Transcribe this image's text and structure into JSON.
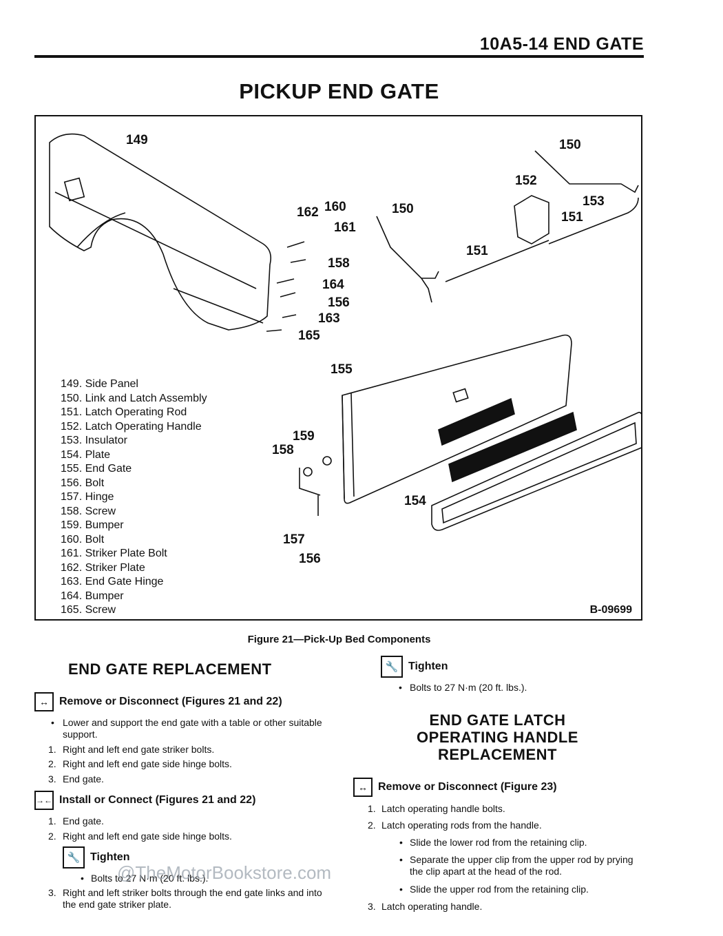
{
  "header": {
    "title": "10A5-14  END GATE"
  },
  "page_title": "PICKUP END GATE",
  "figure": {
    "code": "B-09699",
    "caption": "Figure 21—Pick-Up Bed Components",
    "callouts": [
      "149",
      "150",
      "152",
      "153",
      "151",
      "162",
      "160",
      "161",
      "150",
      "158",
      "164",
      "156",
      "163",
      "165",
      "151",
      "155",
      "159",
      "158",
      "154",
      "157",
      "156"
    ],
    "legend": [
      "149. Side Panel",
      "150. Link and Latch Assembly",
      "151. Latch Operating Rod",
      "152. Latch Operating Handle",
      "153. Insulator",
      "154. Plate",
      "155. End Gate",
      "156. Bolt",
      "157. Hinge",
      "158. Screw",
      "159. Bumper",
      "160. Bolt",
      "161. Striker Plate Bolt",
      "162. Striker Plate",
      "163. End Gate Hinge",
      "164. Bumper",
      "165. Screw"
    ]
  },
  "left": {
    "title": "END GATE REPLACEMENT",
    "remove": {
      "icon": "↔",
      "label": "Remove or Disconnect (Figures 21 and 22)",
      "bullet": "Lower and support the end gate with a table or other suitable support.",
      "steps": [
        "Right and left end gate striker bolts.",
        "Right and left end gate side hinge bolts.",
        "End gate."
      ]
    },
    "install": {
      "icon": "→←",
      "label": "Install or Connect (Figures 21 and 22)",
      "steps": [
        "End gate.",
        "Right and left end gate side hinge bolts."
      ],
      "tighten_icon": "🔧",
      "tighten_label": "Tighten",
      "tighten_bullet": "Bolts to 27 N·m (20 ft. lbs.).",
      "step3": "Right and left striker bolts through the end gate links and into the end gate striker plate."
    }
  },
  "right": {
    "tighten_label": "Tighten",
    "tighten_bullet": "Bolts to 27 N·m (20 ft. lbs.).",
    "title_lines": [
      "END GATE LATCH",
      "OPERATING HANDLE",
      "REPLACEMENT"
    ],
    "remove_label": "Remove or Disconnect (Figure 23)",
    "steps": [
      "Latch operating handle bolts.",
      "Latch operating rods from the handle."
    ],
    "bullets": [
      "Slide the lower rod from the retaining clip.",
      "Separate the upper clip from the upper rod by prying the clip apart at the head of the rod.",
      "Slide the upper rod from the retaining clip."
    ],
    "step3": "Latch operating handle."
  },
  "watermark": "@TheMotorBookstore.com"
}
